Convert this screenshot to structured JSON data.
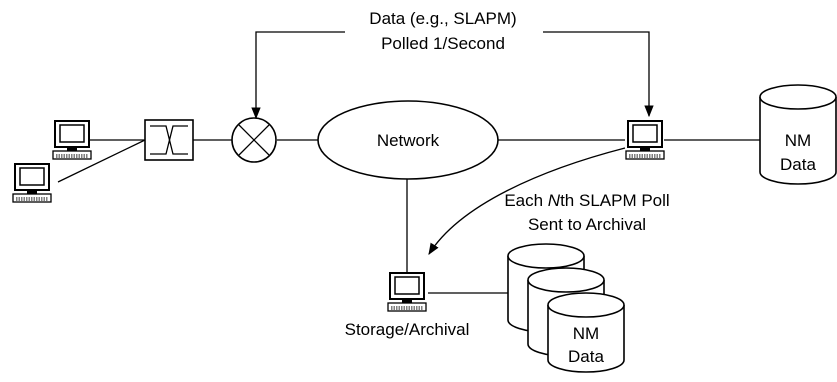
{
  "labels": {
    "data_polled_line1": "Data (e.g., SLAPM)",
    "data_polled_line2": "Polled 1/Second",
    "network": "Network",
    "nm_data_top_line1": "NM",
    "nm_data_top_line2": "Data",
    "archival_line1_prefix": "Each ",
    "archival_line1_italic": "N",
    "archival_line1_suffix": "th SLAPM Poll",
    "archival_line2": "Sent to Archival",
    "storage_archival": "Storage/Archival",
    "nm_data_bottom_line1": "NM",
    "nm_data_bottom_line2": "Data"
  },
  "icons": {
    "workstation": "computer-terminal-icon",
    "switch": "switch-icon",
    "router": "router-icon",
    "database": "database-cylinder-icon",
    "network": "network-cloud-ellipse"
  }
}
